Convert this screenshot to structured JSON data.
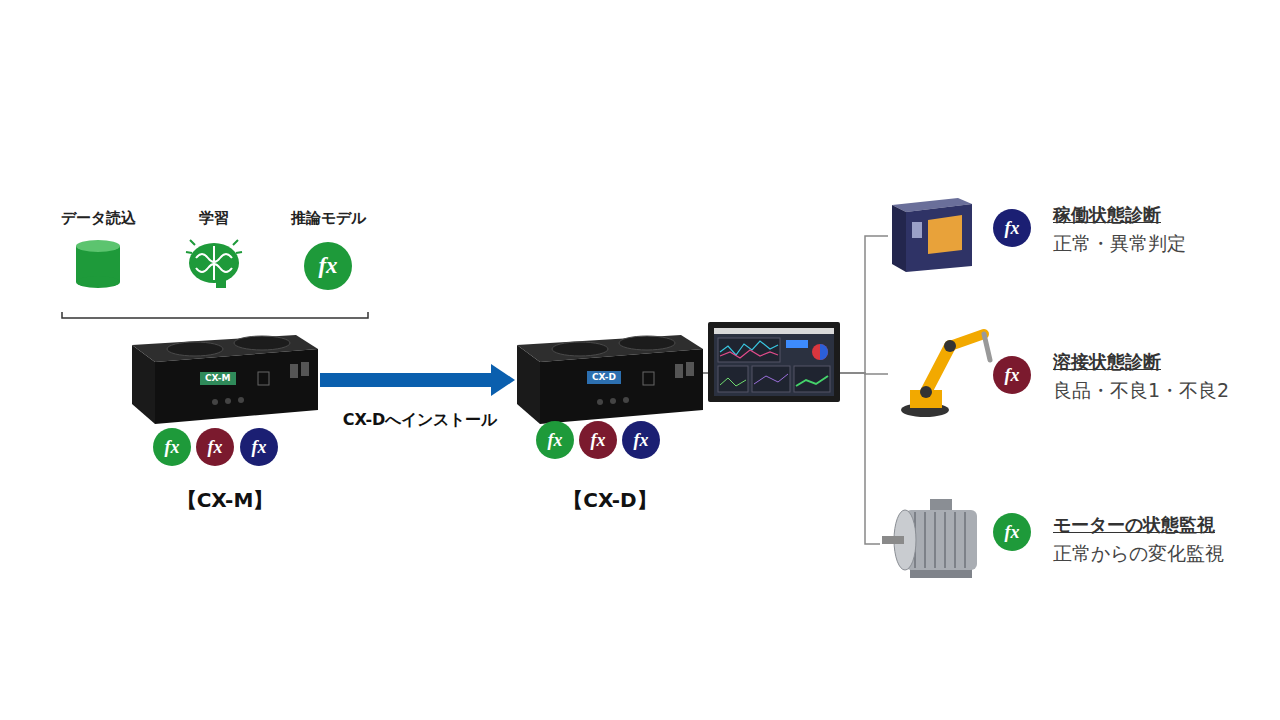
{
  "diagram": {
    "nodes": [
      {
        "text": [
          "CX-M",
          "【CX-M】"
        ]
      },
      {
        "text": [
          "CX-D",
          "【CX-D】"
        ]
      },
      {
        "text": [
          "稼働状態診断",
          "正常・異常判定"
        ]
      },
      {
        "text": [
          "溶接状態診断",
          "良品・不良1・不良2"
        ]
      },
      {
        "text": [
          "モーターの状態監視",
          "正常からの変化監視"
        ]
      }
    ],
    "edges": [
      {
        "from": 0,
        "to": 1,
        "arrow": "to",
        "label": "CX-Dへインストール"
      },
      {
        "from": 1,
        "to": 2,
        "arrow": "none"
      },
      {
        "from": 1,
        "to": 3,
        "arrow": "none"
      },
      {
        "from": 1,
        "to": 4,
        "arrow": "none"
      }
    ],
    "labels": [
      "データ読込",
      "学習",
      "推論モデル",
      "fx",
      "fx",
      "fx",
      "fx",
      "fx",
      "fx",
      "fx",
      "fx",
      "fx",
      "fx"
    ]
  }
}
